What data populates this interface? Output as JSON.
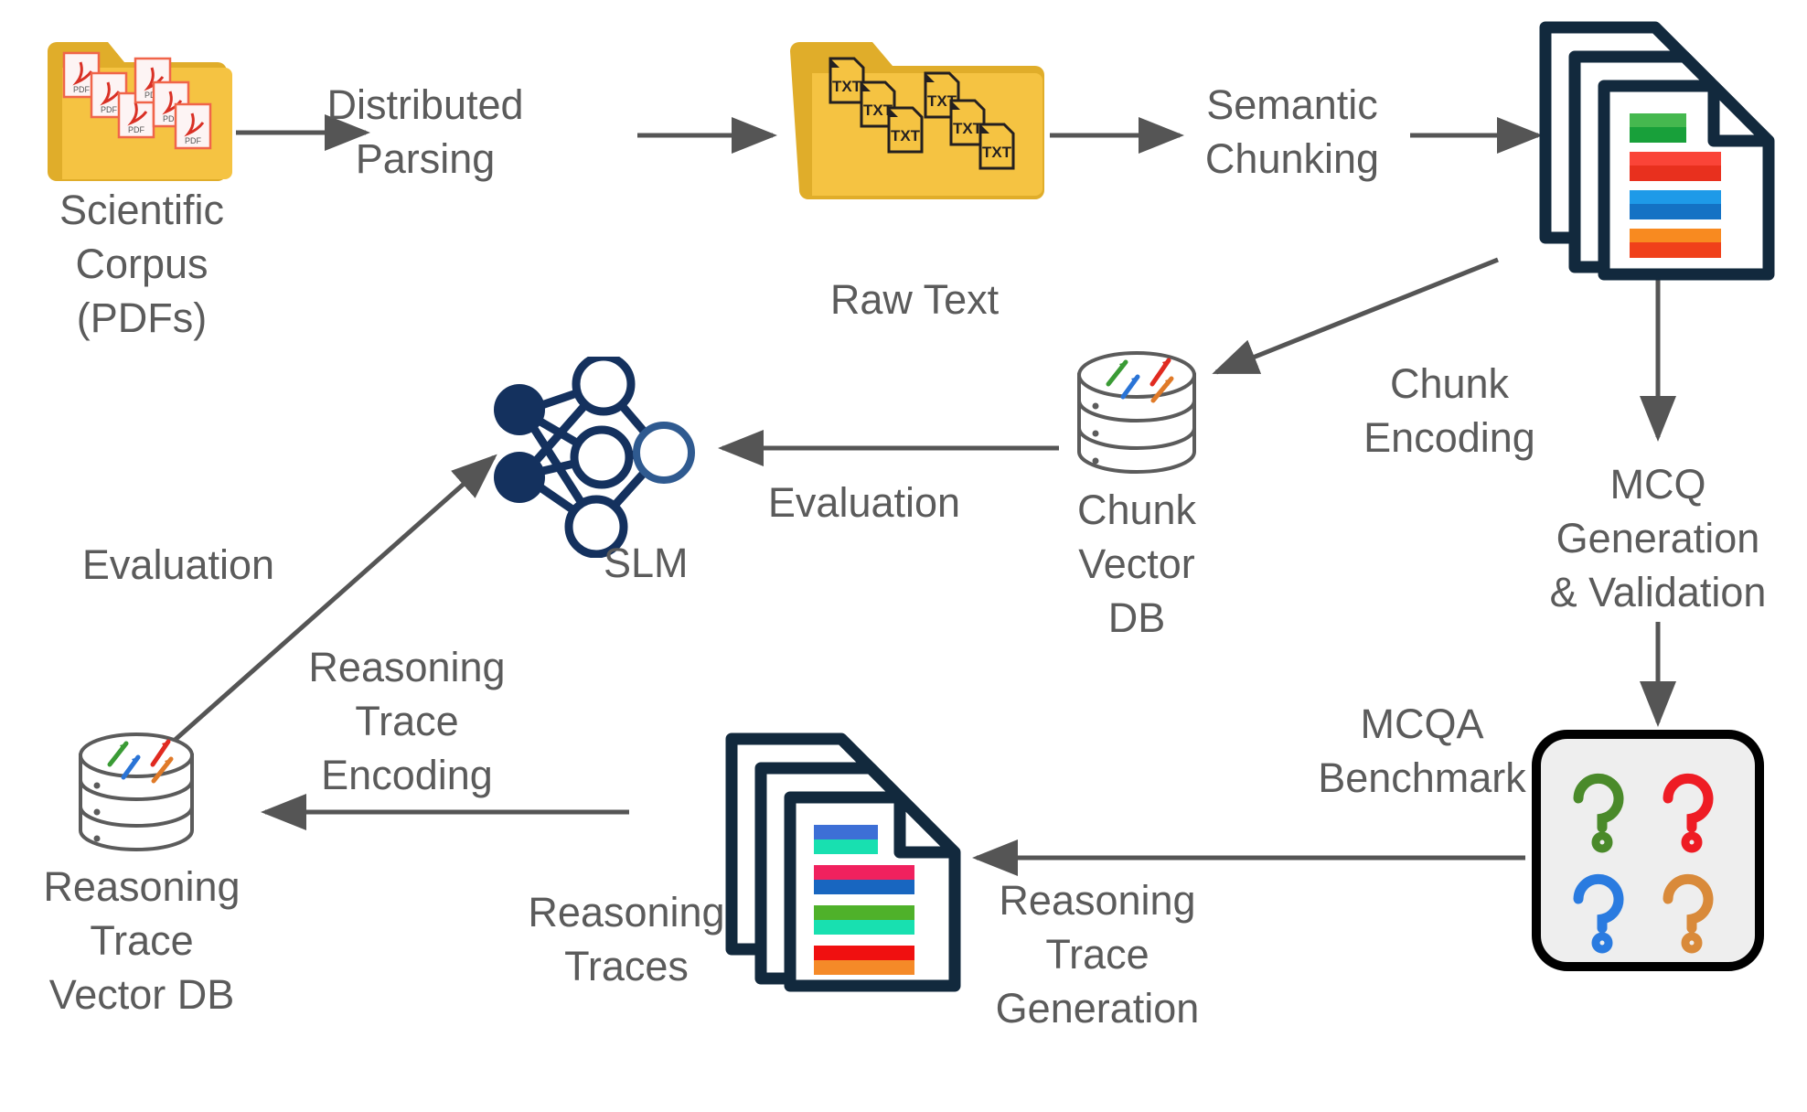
{
  "diagram": {
    "title": "Scientific corpus to SLM evaluation pipeline",
    "background": "#ffffff",
    "text_color": "#5b5b5b",
    "arrow_color": "#555555",
    "nodes": {
      "scientific_corpus": {
        "label": "Scientific\nCorpus\n(PDFs)",
        "icon": "folder-pdf-icon",
        "folder_color": "#f5c342",
        "folder_shade": "#e0ad2a",
        "file_badge": "PDF",
        "file_count": 6
      },
      "raw_text": {
        "label": "Raw Text",
        "icon": "folder-txt-icon",
        "folder_color": "#f5c342",
        "folder_shade": "#e0ad2a",
        "file_badge": "TXT",
        "file_count": 6
      },
      "chunk_documents": {
        "label": "",
        "icon": "document-stack-icon",
        "outline_color": "#12293d",
        "bar_colors": [
          "#18a03a",
          "#f03b2a",
          "#1e8fe0",
          "#f05a28"
        ],
        "page_count": 3
      },
      "chunk_vector_db": {
        "label": "Chunk\nVector\nDB",
        "icon": "database-cylinder-icon",
        "outline_color": "#5b5b5b",
        "arrow_colors": [
          "#3a9b35",
          "#e02a20",
          "#2a74d6",
          "#e07a28"
        ]
      },
      "slm": {
        "label": "SLM",
        "icon": "neural-network-icon",
        "node_color": "#14315e",
        "input_nodes": 2,
        "hidden_nodes": 3,
        "output_nodes": 1
      },
      "mcqa_benchmark": {
        "label": "MCQA\nBenchmark",
        "icon": "question-marks-box-icon",
        "box_fill": "#eeeeee",
        "box_border": "#000000",
        "question_colors": [
          "#4a8a2a",
          "#ee1c24",
          "#2a7be0",
          "#d98a3a"
        ],
        "question_glyph": "?"
      },
      "reasoning_traces": {
        "label": "Reasoning\nTraces",
        "icon": "document-stack-icon",
        "outline_color": "#12293d",
        "bar_colors": [
          "#3d6fd6",
          "#18e0b0",
          "#f0215e",
          "#1866c0",
          "#4fb12a",
          "#18e0b0",
          "#f01010",
          "#f58a28"
        ],
        "page_count": 3
      },
      "reasoning_trace_vector_db": {
        "label": "Reasoning\nTrace\nVector DB",
        "icon": "database-cylinder-icon",
        "outline_color": "#5b5b5b",
        "arrow_colors": [
          "#3a9b35",
          "#e02a20",
          "#2a74d6",
          "#e07a28"
        ]
      }
    },
    "edges": [
      {
        "id": "distributed-parsing",
        "label": "Distributed\nParsing",
        "from": "scientific_corpus",
        "to": "raw_text"
      },
      {
        "id": "semantic-chunking",
        "label": "Semantic\nChunking",
        "from": "raw_text",
        "to": "chunk_documents"
      },
      {
        "id": "chunk-encoding",
        "label": "Chunk\nEncoding",
        "from": "chunk_documents",
        "to": "chunk_vector_db"
      },
      {
        "id": "mcq-generation-validation",
        "label": "MCQ\nGeneration\n& Validation",
        "from": "chunk_documents",
        "to": "mcqa_benchmark"
      },
      {
        "id": "evaluation-db-to-slm",
        "label": "Evaluation",
        "from": "chunk_vector_db",
        "to": "slm"
      },
      {
        "id": "reasoning-trace-generation",
        "label": "Reasoning\nTrace\nGeneration",
        "from": "mcqa_benchmark",
        "to": "reasoning_traces"
      },
      {
        "id": "reasoning-trace-encoding",
        "label": "Reasoning\nTrace\nEncoding",
        "from": "reasoning_traces",
        "to": "reasoning_trace_vector_db"
      },
      {
        "id": "evaluation-trace-to-slm",
        "label": "Evaluation",
        "from": "reasoning_trace_vector_db",
        "to": "slm"
      }
    ]
  }
}
